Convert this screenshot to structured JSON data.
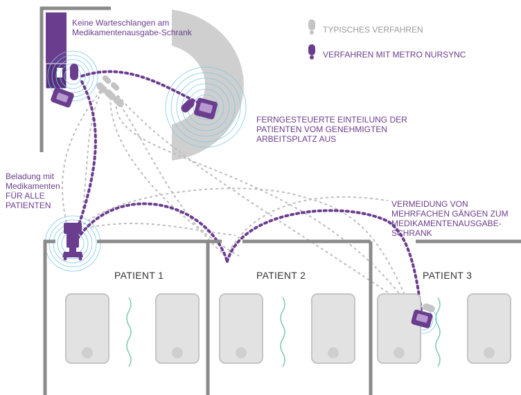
{
  "colors": {
    "purple": "#6b3d8e",
    "purple_dark": "#4e2a6e",
    "gray": "#c4c4c4",
    "wall": "#8a8a8a",
    "wave": "#7cc8e6"
  },
  "legend": {
    "typical_label": "TYPISCHES VERFAHREN",
    "nursync_label": "VERFAHREN MIT METRO NURSYNC",
    "typical_icon": "gray-cart-icon",
    "nursync_icon": "purple-cart-icon"
  },
  "annotations": {
    "no_queue": "Keine Warteschlangen am\nMedikamentenausgabe-Schrank",
    "remote_assign": "FERNGESTEUERTE EINTEILUNG DER\nPATIENTEN VOM GENEHMIGTEN\nARBEITSPLATZ AUS",
    "loading": "Beladung mit\nMedikamenten\nFÜR ALLE\nPATIENTEN",
    "avoid_trips": "VERMEIDUNG VON\nMEHRFACHEN GÄNGEN ZUM\nMEDIKAMENTENAUSGABE-\nSCHRANK"
  },
  "rooms": [
    {
      "title": "PATIENT 1"
    },
    {
      "title": "PATIENT 2"
    },
    {
      "title": "PATIENT 3"
    }
  ]
}
